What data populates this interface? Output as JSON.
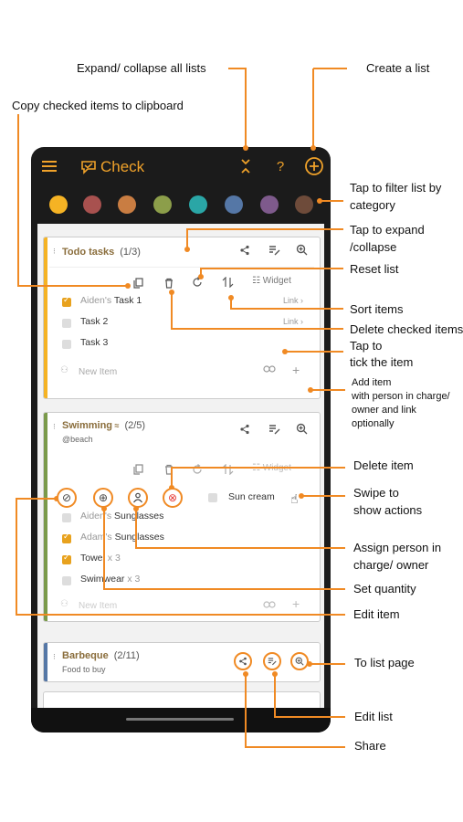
{
  "annotations": {
    "expand_collapse_all": "Expand/ collapse all lists",
    "create_list": "Create a list",
    "copy_checked": "Copy checked items to clipboard",
    "filter_category_1": "Tap to filter list by",
    "filter_category_2": "category",
    "tap_expand_1": "Tap to expand",
    "tap_expand_2": "/collapse",
    "reset_list": "Reset list",
    "sort_items": "Sort items",
    "delete_checked": "Delete checked items",
    "tick_item_1": "Tap to",
    "tick_item_2": "tick the item",
    "add_item_1": "Add item",
    "add_item_2": "with person in charge/",
    "add_item_3": "owner and link",
    "add_item_4": "optionally",
    "delete_item": "Delete item",
    "swipe_1": "Swipe to",
    "swipe_2": "show actions",
    "assign_1": "Assign person in",
    "assign_2": "charge/ owner",
    "set_quantity": "Set quantity",
    "edit_item": "Edit item",
    "to_list_page": "To list page",
    "edit_list": "Edit list",
    "share": "Share"
  },
  "app": {
    "name": "Check",
    "help": "?",
    "accent": "#f0a22a",
    "category_colors": [
      "#f5b324",
      "#a8514f",
      "#c97d42",
      "#8c9e4a",
      "#2aa6a6",
      "#5577a6",
      "#7e5a8c",
      "#6e4b3a"
    ]
  },
  "lists": {
    "todo": {
      "title": "Todo tasks",
      "count": "(1/3)",
      "widget": "Widget",
      "items": [
        {
          "owner": "Aiden's",
          "name": "Task 1",
          "link": "Link",
          "checked": true
        },
        {
          "owner": "",
          "name": "Task 2",
          "link": "Link",
          "checked": false
        },
        {
          "owner": "",
          "name": "Task 3",
          "link": "",
          "checked": false
        }
      ],
      "new_item": "New Item",
      "accent": "#f5b324"
    },
    "swimming": {
      "title": "Swimming",
      "count": "(2/5)",
      "subtitle": "@beach",
      "widget": "Widget",
      "swiped_item": "Sun cream",
      "items": [
        {
          "owner": "Aiden's",
          "name": "Sunglasses",
          "qty": "",
          "checked": false
        },
        {
          "owner": "Adam's",
          "name": "Sunglasses",
          "qty": "",
          "checked": true
        },
        {
          "owner": "",
          "name": "Towel",
          "qty": "x 3",
          "checked": true
        },
        {
          "owner": "",
          "name": "Swimwear",
          "qty": "x 3",
          "checked": false
        }
      ],
      "new_item": "New Item",
      "accent": "#7a9a4a"
    },
    "barbeque": {
      "title": "Barbeque",
      "count": "(2/11)",
      "subtitle": "Food to buy",
      "accent": "#5577a6"
    }
  }
}
